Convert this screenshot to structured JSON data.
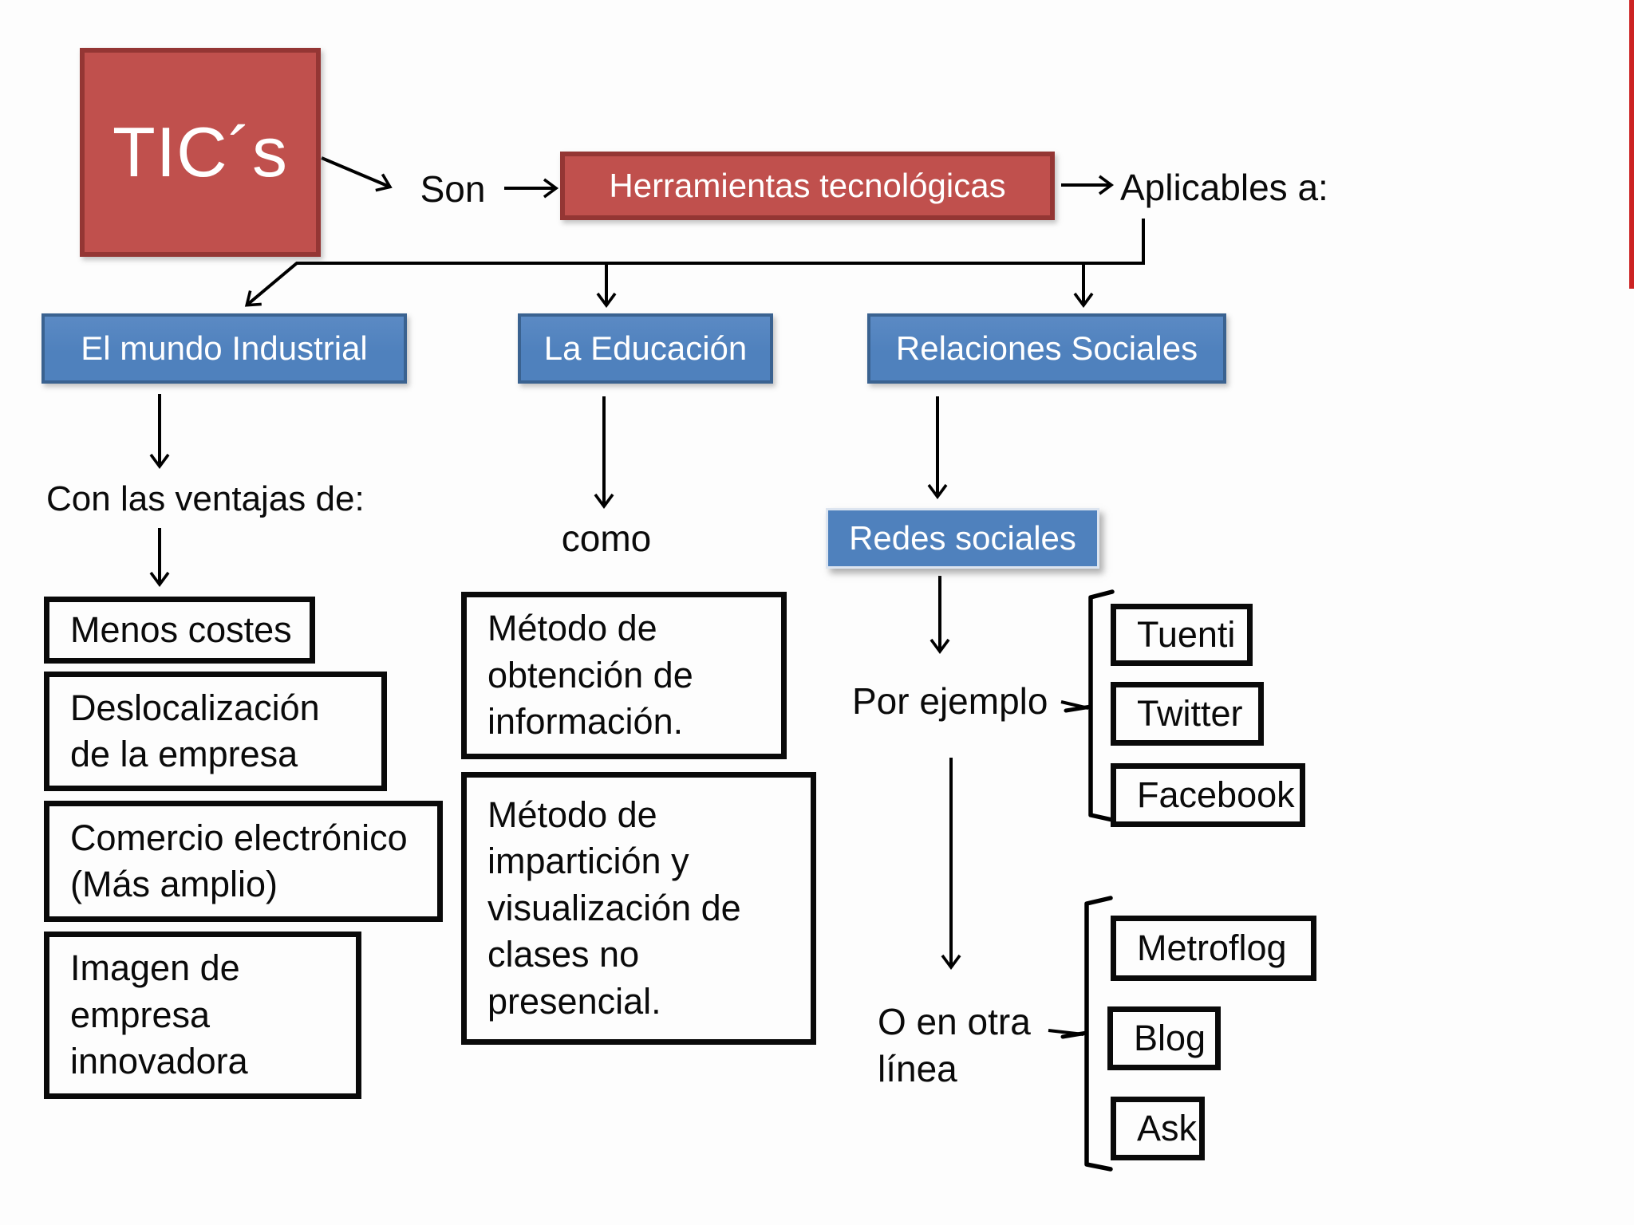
{
  "diagram": {
    "title_box": "TIC´s",
    "son_label": "Son",
    "herramientas_label": "Herramientas tecnológicas",
    "aplicables_label": "Aplicables a:",
    "industrial": {
      "label": "El mundo Industrial",
      "intro": "Con las ventajas de:",
      "items": [
        "Menos costes",
        "Deslocalización de la empresa",
        "Comercio electrónico (Más amplio)",
        "Imagen de empresa innovadora"
      ]
    },
    "educacion": {
      "label": "La Educación",
      "intro": "como",
      "items": [
        "Método de obtención de información.",
        "Método de impartición y visualización de clases no presencial."
      ]
    },
    "sociales": {
      "label": "Relaciones Sociales",
      "redes_label": "Redes sociales",
      "por_ejemplo_label": "Por ejemplo",
      "ejemplos": [
        "Tuenti",
        "Twitter",
        "Facebook"
      ],
      "otra_linea_label": "O en otra línea",
      "otros": [
        "Metroflog",
        "Blog",
        "Ask"
      ]
    },
    "colors": {
      "red_fill": "#C0504D",
      "red_border": "#943634",
      "blue_fill": "#4F81BD",
      "blue_border": "#3A6290",
      "line_color": "#000000",
      "red_strip": "#CC2222"
    }
  }
}
